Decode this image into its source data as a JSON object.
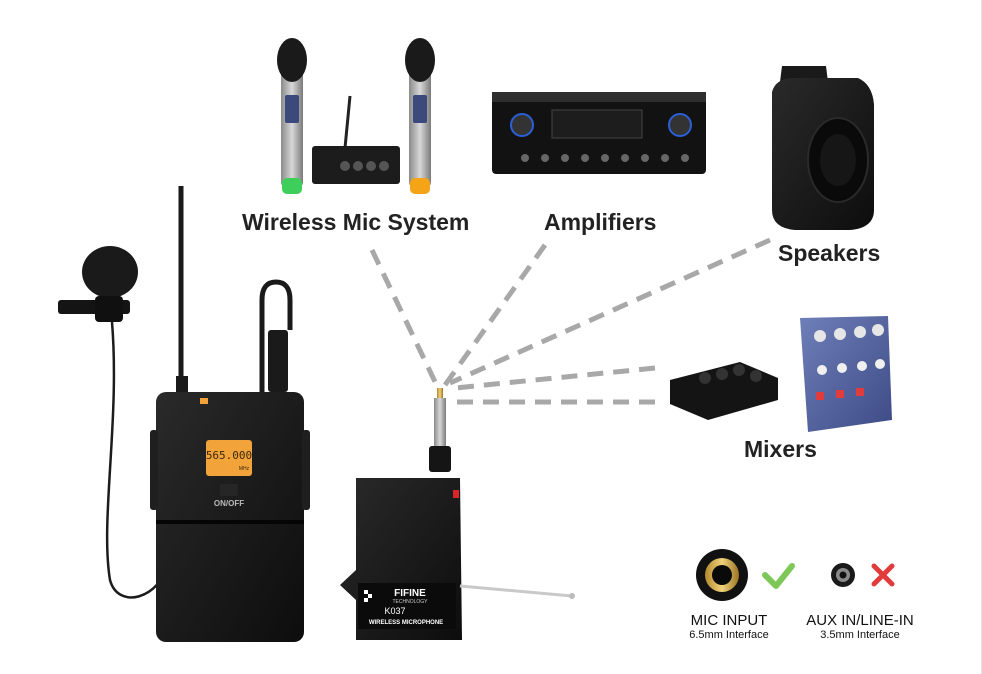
{
  "labels": {
    "wireless_mic_system": "Wireless Mic System",
    "amplifiers": "Amplifiers",
    "speakers": "Speakers",
    "mixers": "Mixers"
  },
  "bodypack": {
    "frequency_display": "565.000",
    "unit": "MHz",
    "power_label": "ON/OFF"
  },
  "receiver": {
    "brand": "FIFINE",
    "brand_sub": "TECHNOLOGY",
    "model": "K037",
    "product_label": "WIRELESS MICROPHONE"
  },
  "interfaces": {
    "mic_input_label": "MIC INPUT",
    "mic_input_spec": "6.5mm Interface",
    "aux_label": "AUX IN/LINE-IN",
    "aux_spec": "3.5mm Interface"
  },
  "colors": {
    "lcd": "#f2a33a",
    "check": "#7ec85a",
    "cross": "#e23b3b",
    "dash": "#a8a8a8"
  }
}
